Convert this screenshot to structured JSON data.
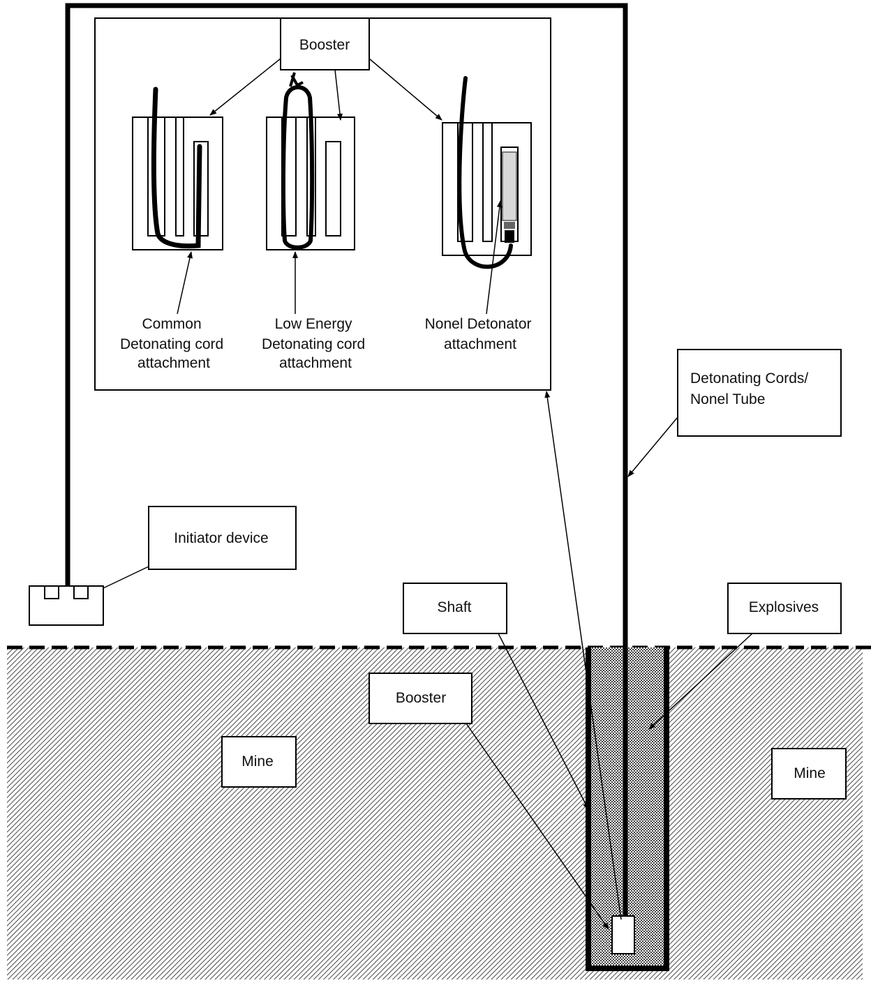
{
  "labels": {
    "booster_top": "Booster",
    "common_cord": [
      "Common",
      "Detonating cord",
      "attachment"
    ],
    "low_energy_cord": [
      "Low Energy",
      "Detonating cord",
      "attachment"
    ],
    "nonel_detonator": [
      "Nonel Detonator",
      "attachment"
    ],
    "detonating_cords": [
      "Detonating Cords/",
      "Nonel Tube"
    ],
    "initiator_device": "Initiator device",
    "shaft": "Shaft",
    "explosives": "Explosives",
    "booster_bottom": "Booster",
    "mine_left": "Mine",
    "mine_right": "Mine"
  },
  "colors": {
    "line": "#000000",
    "background": "#ffffff",
    "ground_hatch": "#555555",
    "detonator_fill": "#d8d8d8"
  }
}
